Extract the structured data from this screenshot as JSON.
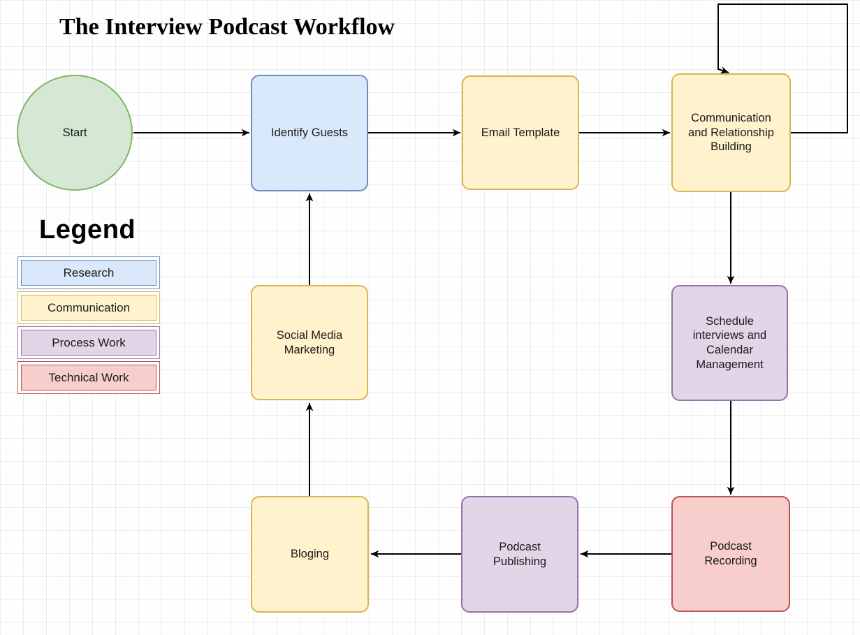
{
  "title": "The Interview Podcast Workflow",
  "legend": {
    "title": "Legend",
    "items": [
      {
        "label": "Research",
        "fill": "#dae8fc",
        "border": "#6c8ebf"
      },
      {
        "label": "Communication",
        "fill": "#fff2cc",
        "border": "#d6b656"
      },
      {
        "label": "Process Work",
        "fill": "#e1d5e7",
        "border": "#9673a6"
      },
      {
        "label": "Technical Work",
        "fill": "#f8cecc",
        "border": "#b85450"
      }
    ]
  },
  "nodes": {
    "start": {
      "label": "Start",
      "shape": "circle",
      "fill": "#d5e8d4",
      "border": "#82b366"
    },
    "identify_guests": {
      "label": "Identify Guests",
      "category": "Research",
      "fill": "#dae8fc",
      "border": "#6c8ebf"
    },
    "email_template": {
      "label": "Email Template",
      "category": "Communication",
      "fill": "#fff2cc",
      "border": "#d6b656"
    },
    "communication_building": {
      "label": "Communication and Relationship Building",
      "category": "Communication",
      "fill": "#fff2cc",
      "border": "#d6b656"
    },
    "schedule_interviews": {
      "label": "Schedule interviews and Calendar Management",
      "category": "Process Work",
      "fill": "#e1d5e7",
      "border": "#9673a6"
    },
    "podcast_recording": {
      "label": "Podcast Recording",
      "category": "Technical Work",
      "fill": "#f8cecc",
      "border": "#b85450"
    },
    "podcast_publishing": {
      "label": "Podcast Publishing",
      "category": "Process Work",
      "fill": "#e1d5e7",
      "border": "#9673a6"
    },
    "bloging": {
      "label": "Bloging",
      "category": "Communication",
      "fill": "#fff2cc",
      "border": "#d6b656"
    },
    "social_media_marketing": {
      "label": "Social Media Marketing",
      "category": "Communication",
      "fill": "#fff2cc",
      "border": "#d6b656"
    }
  },
  "edges": [
    {
      "from": "start",
      "to": "identify_guests"
    },
    {
      "from": "identify_guests",
      "to": "email_template"
    },
    {
      "from": "email_template",
      "to": "communication_building"
    },
    {
      "from": "communication_building",
      "to": "communication_building",
      "type": "self-loop"
    },
    {
      "from": "communication_building",
      "to": "schedule_interviews"
    },
    {
      "from": "schedule_interviews",
      "to": "podcast_recording"
    },
    {
      "from": "podcast_recording",
      "to": "podcast_publishing"
    },
    {
      "from": "podcast_publishing",
      "to": "bloging"
    },
    {
      "from": "bloging",
      "to": "social_media_marketing"
    },
    {
      "from": "social_media_marketing",
      "to": "identify_guests"
    }
  ],
  "edge_color": "#000000"
}
